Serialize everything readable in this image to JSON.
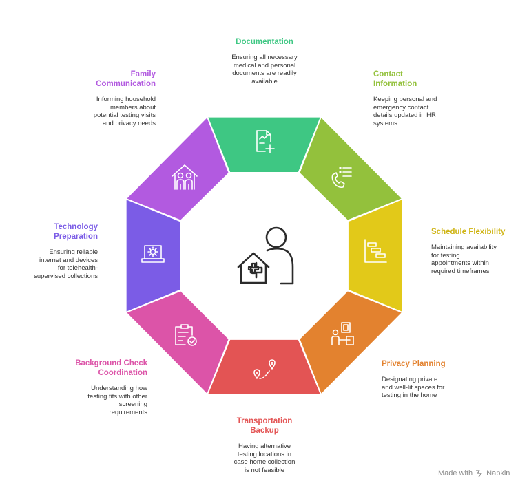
{
  "center": {
    "icon": "person-medical-home-icon"
  },
  "segments": [
    {
      "id": "documentation",
      "color": "#3ec783",
      "icon": "medical-document-icon",
      "title": "Documentation",
      "desc": "Ensuring all necessary\nmedical and personal\ndocuments are readily\navailable"
    },
    {
      "id": "contact",
      "color": "#93c13c",
      "icon": "phone-list-icon",
      "title": "Contact\nInformation",
      "desc": "Keeping personal and\nemergency contact\ndetails updated in HR\nsystems"
    },
    {
      "id": "schedule",
      "color": "#e2c919",
      "icon": "gantt-chart-icon",
      "title": "Schedule Flexibility",
      "desc": "Maintaining availability\nfor testing\nappointments within\nrequired timeframes"
    },
    {
      "id": "privacy",
      "color": "#e3822f",
      "icon": "private-space-icon",
      "title": "Privacy Planning",
      "desc": "Designating private\nand well-lit spaces for\ntesting in the home"
    },
    {
      "id": "transport",
      "color": "#e35454",
      "icon": "route-pins-icon",
      "title": "Transportation\nBackup",
      "desc": "Having alternative\ntesting locations in\ncase home collection\nis not feasible"
    },
    {
      "id": "background",
      "color": "#dc54a8",
      "icon": "clipboard-check-icon",
      "title": "Background Check\nCoordination",
      "desc": "Understanding how\ntesting fits with other\nscreening\nrequirements"
    },
    {
      "id": "technology",
      "color": "#7b5ce6",
      "icon": "laptop-gear-icon",
      "title": "Technology\nPreparation",
      "desc": "Ensuring reliable\ninternet and devices\nfor telehealth-\nsupervised collections"
    },
    {
      "id": "family",
      "color": "#b25ae0",
      "icon": "family-home-icon",
      "title": "Family\nCommunication",
      "desc": "Informing household\nmembers about\npotential testing visits\nand privacy needs"
    }
  ],
  "watermark": {
    "text": "Made with",
    "brand": "Napkin"
  }
}
